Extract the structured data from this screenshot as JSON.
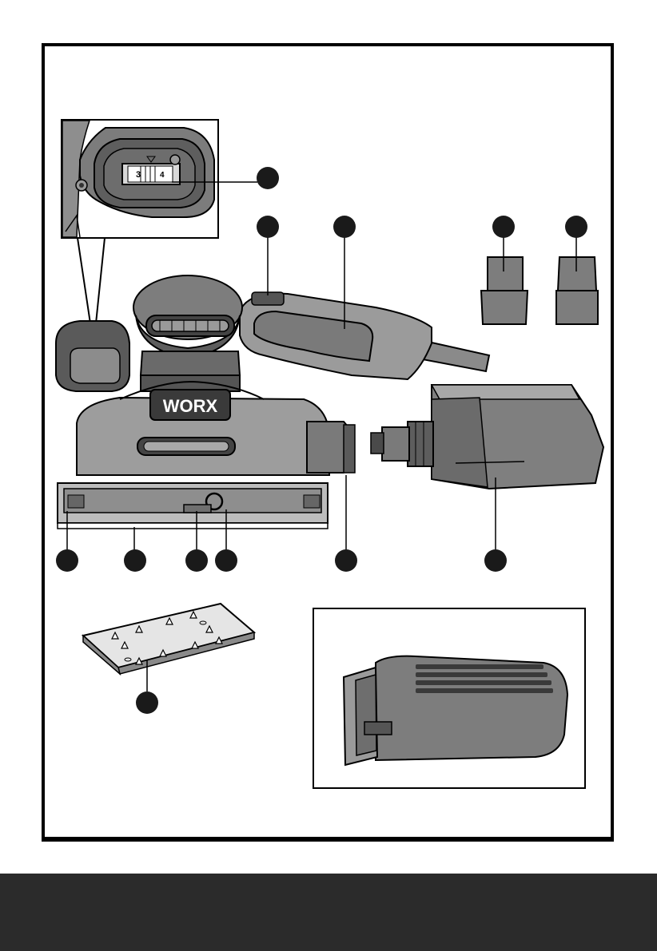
{
  "brand": {
    "logo_text": "WORX"
  },
  "switch_dial": {
    "digits": [
      "3",
      "4"
    ]
  },
  "callouts": {
    "count": 12
  },
  "colors": {
    "footer": "#2b2b2b",
    "callout_fill": "#1a1a1a",
    "body_gray": "#a0a0a0",
    "dark_gray": "#4a4a4a",
    "mid_gray": "#7a7a7a",
    "light_gray": "#c8c8c8"
  }
}
